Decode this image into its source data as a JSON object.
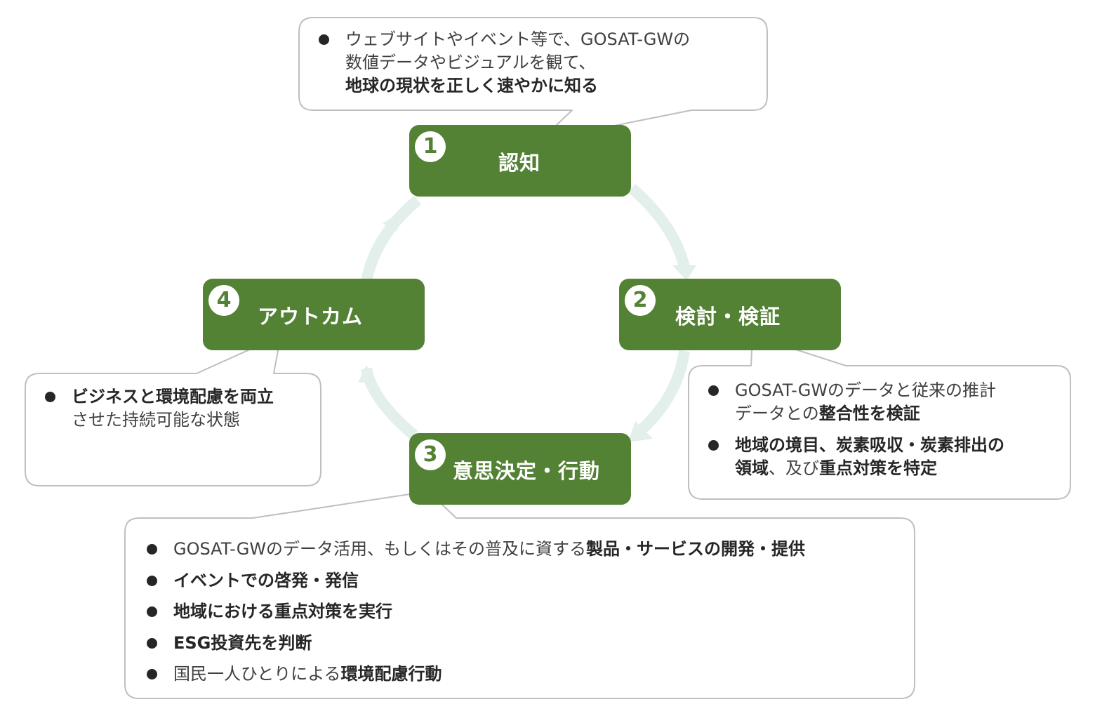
{
  "colors": {
    "stage_fill": "#548235",
    "cycle_arrow": "#e2efea",
    "callout_border": "#bfbfbf",
    "text": "#404040"
  },
  "stages": [
    {
      "number": "1",
      "title": "認知"
    },
    {
      "number": "2",
      "title": "検討・検証"
    },
    {
      "number": "3",
      "title": "意思決定・行動"
    },
    {
      "number": "4",
      "title": "アウトカム"
    }
  ],
  "callouts": {
    "awareness": [
      {
        "plain": "ウェブサイトやイベント等で、GOSAT-GWの",
        "plain2": "数値データやビジュアルを観て、",
        "bold": "地球の現状を正しく速やかに知る",
        "plain3": ""
      }
    ],
    "verification": [
      {
        "plain": "GOSAT-GWのデータと従来の推計",
        "plain2": "データとの",
        "bold": "整合性を検証",
        "plain3": ""
      },
      {
        "plain": "",
        "plain2": "",
        "bold": "地域の境目、炭素吸収・炭素排出の",
        "plain3": "領域",
        "plain4": "、及び",
        "bold2": "重点対策を特定"
      }
    ],
    "decision": [
      {
        "plain": "GOSAT-GWのデータ活用、もしくはその普及に資する",
        "bold": "製品・サービスの開発・提供"
      },
      {
        "plain": "",
        "bold": "イベントでの啓発・発信"
      },
      {
        "plain": "",
        "bold": "地域における重点対策を実行"
      },
      {
        "plain": "",
        "bold": "ESG投資先を判断"
      },
      {
        "plain": "国民一人ひとりによる",
        "bold": "環境配慮行動"
      }
    ],
    "outcome": [
      {
        "bold": "ビジネスと環境配慮を両立",
        "plain": "させた持続可能な状態"
      }
    ]
  }
}
